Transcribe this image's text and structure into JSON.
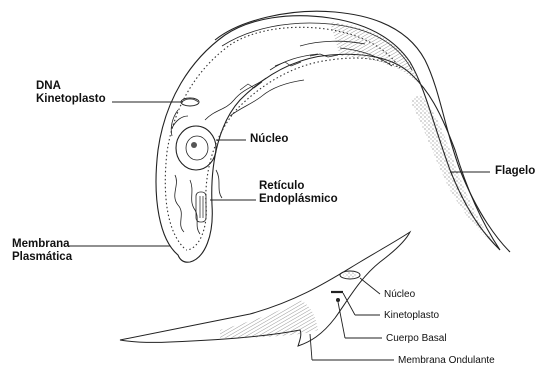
{
  "labels": {
    "dna_kinetoplasto": "DNA\nKinetoplasto",
    "nucleo_top": "Núcleo",
    "reticulo": "Retículo\nEndoplásmico",
    "membrana_plasmatica": "Membrana\nPlasmática",
    "flagelo": "Flagelo",
    "nucleo_bottom": "Núcleo",
    "kinetoplasto": "Kinetoplasto",
    "cuerpo_basal": "Cuerpo Basal",
    "membrana_ondulante": "Membrana Ondulante"
  }
}
